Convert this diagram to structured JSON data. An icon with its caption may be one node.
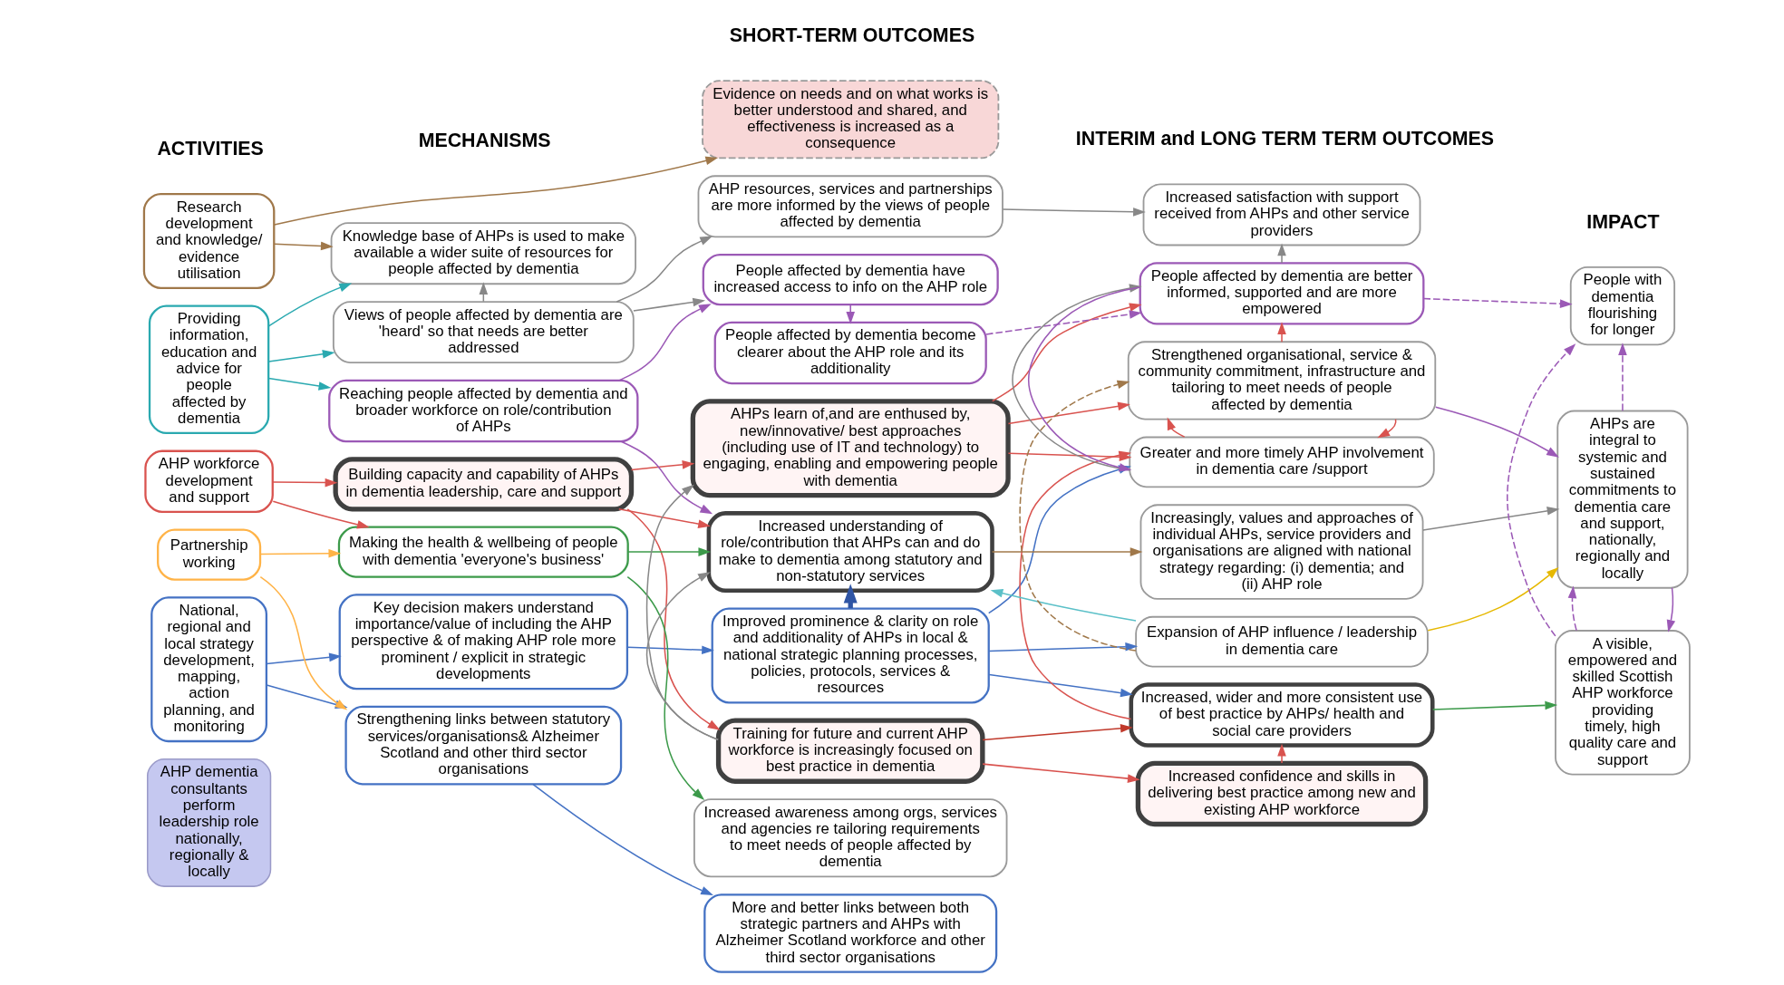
{
  "diagram": {
    "nodes": [
      {
        "text": [
          "AHP dementia consultants perform leadership role nationally, regionally & locally"
        ]
      },
      {
        "text": [
          "National, regional and local strategy development, mapping, action planning, and monitoring"
        ]
      },
      {
        "text": [
          "Partnership working"
        ]
      },
      {
        "text": [
          "AHP workforce development and support"
        ]
      },
      {
        "text": [
          "Providing information, education and advice for people affected by dementia"
        ]
      },
      {
        "text": [
          "Research development and knowledge/ evidence utilisation"
        ]
      },
      {
        "text": [
          "Key decision makers understand importance/value of including the AHP perspective & of making AHP role more prominent / explicit in strategic developments"
        ]
      },
      {
        "text": [
          "Strengthening links between statutory services/organisations& Alzheimer Scotland and other third sector organisations"
        ]
      },
      {
        "text": [
          "Building capacity and capability of AHPs in dementia leadership, care and support"
        ]
      },
      {
        "text": [
          "Making the health & wellbeing of people with dementia 'everyone's business'"
        ]
      },
      {
        "text": [
          "Reaching people affected by dementia and broader workforce on role/contribution of AHPs"
        ]
      },
      {
        "text": [
          "Views of people affected by dementia are 'heard' so that needs are better addressed"
        ]
      },
      {
        "text": [
          "Knowledge base of AHPs is used to make available a wider suite of resources for people affected by dementia"
        ]
      },
      {
        "text": [
          "Improved prominence & clarity on role and additionality of AHPs in local & national strategic planning processes, policies, protocols, services & resources"
        ]
      },
      {
        "text": [
          "More and better links between both strategic partners and AHPs with Alzheimer Scotland workforce and other third sector organisations"
        ]
      },
      {
        "text": [
          "Increased understanding of role/contribution that AHPs can and do make to dementia among statutory and non-statutory services"
        ]
      },
      {
        "text": [
          "Training for future and current AHP workforce is increasingly focused on best practice in dementia"
        ]
      },
      {
        "text": [
          "AHPs learn of,and are enthused by, new/innovative/ best approaches (including use of IT and technology) to engaging, enabling and empowering people with dementia"
        ]
      },
      {
        "text": [
          "Increased awareness among orgs, services and agencies re tailoring requirements to meet needs of people affected by dementia"
        ]
      },
      {
        "text": [
          "People affected by dementia have increased access to info on the AHP role"
        ]
      },
      {
        "text": [
          "People affected by dementia become clearer about the AHP role and its additionality"
        ]
      },
      {
        "text": [
          "AHP resources, services and partnerships are more informed by the views of people affected by dementia"
        ]
      },
      {
        "text": [
          "Increased confidence and skills in delivering best practice among new and existing AHP workforce"
        ]
      },
      {
        "text": [
          "Increasingly, values and approaches of individual AHPs, service providers and organisations are aligned with national strategy regarding: (i) dementia; and (ii) AHP role"
        ]
      },
      {
        "text": [
          "Increased, wider and more consistent use of best practice by AHPs/ health and social care providers"
        ]
      },
      {
        "text": [
          "Expansion of AHP influence / leadership in dementia care"
        ]
      },
      {
        "text": [
          "Strengthened organisational, service & community commitment, infrastructure and tailoring to meet needs of people affected by dementia"
        ]
      },
      {
        "text": [
          "Greater and more timely AHP involvement in dementia care /support"
        ]
      },
      {
        "text": [
          "People affected by dementia are better informed, supported and are more empowered"
        ]
      },
      {
        "text": [
          "Increased satisfaction with support received from AHPs and other service providers"
        ]
      },
      {
        "text": [
          "A visible, empowered and skilled Scottish AHP workforce providing timely, high quality care and support"
        ]
      },
      {
        "text": [
          "AHPs are integral to systemic and sustained commitments to dementia care and support, nationally, regionally and locally"
        ]
      },
      {
        "text": [
          "People with dementia flourishing for longer"
        ]
      },
      {
        "text": [
          "Evidence on needs and on what works is better understood and shared, and effectiveness is increased as a consequence"
        ]
      }
    ],
    "edges": [
      {
        "from": 1,
        "to": 6,
        "arrow": "to",
        "color": "#4472c4"
      },
      {
        "from": 1,
        "to": 7,
        "arrow": "to",
        "color": "#4472c4"
      },
      {
        "from": 2,
        "to": 7,
        "arrow": "to",
        "color": "#ffb347"
      },
      {
        "from": 2,
        "to": 9,
        "arrow": "to",
        "color": "#ffb347"
      },
      {
        "from": 3,
        "to": 8,
        "arrow": "to",
        "color": "#d9534f"
      },
      {
        "from": 3,
        "to": 9,
        "arrow": "to",
        "color": "#d9534f"
      },
      {
        "from": 4,
        "to": 10,
        "arrow": "to",
        "color": "#2aa9b0"
      },
      {
        "from": 4,
        "to": 11,
        "arrow": "to",
        "color": "#2aa9b0"
      },
      {
        "from": 4,
        "to": 12,
        "arrow": "to",
        "color": "#2aa9b0"
      },
      {
        "from": 5,
        "to": 12,
        "arrow": "to",
        "color": "#a0784a"
      },
      {
        "from": 5,
        "to": 33,
        "arrow": "to",
        "color": "#a0784a"
      },
      {
        "from": 6,
        "to": 13,
        "arrow": "to",
        "color": "#4472c4"
      },
      {
        "from": 7,
        "to": 14,
        "arrow": "to",
        "color": "#4472c4"
      },
      {
        "from": 8,
        "to": 15,
        "arrow": "to",
        "color": "#d9534f"
      },
      {
        "from": 8,
        "to": 16,
        "arrow": "to",
        "color": "#d9534f"
      },
      {
        "from": 8,
        "to": 17,
        "arrow": "to",
        "color": "#d9534f"
      },
      {
        "from": 9,
        "to": 15,
        "arrow": "to",
        "color": "#3c9a4a"
      },
      {
        "from": 9,
        "to": 18,
        "arrow": "to",
        "color": "#3c9a4a"
      },
      {
        "from": 10,
        "to": 15,
        "arrow": "to",
        "color": "#9b59b6"
      },
      {
        "from": 10,
        "to": 19,
        "arrow": "to",
        "color": "#9b59b6"
      },
      {
        "from": 11,
        "to": 12,
        "arrow": "to",
        "color": "#888888"
      },
      {
        "from": 11,
        "to": 19,
        "arrow": "to",
        "color": "#888888"
      },
      {
        "from": 11,
        "to": 21,
        "arrow": "to",
        "color": "#888888"
      },
      {
        "from": 13,
        "to": 15,
        "arrow": "to",
        "color": "#2f55a4",
        "style": "thick"
      },
      {
        "from": 13,
        "to": 24,
        "arrow": "to",
        "color": "#4472c4"
      },
      {
        "from": 13,
        "to": 25,
        "arrow": "to",
        "color": "#4472c4"
      },
      {
        "from": 13,
        "to": 27,
        "arrow": "to",
        "color": "#4472c4"
      },
      {
        "from": 15,
        "to": 23,
        "arrow": "to",
        "color": "#a0784a"
      },
      {
        "from": 16,
        "to": 15,
        "arrow": "to",
        "color": "#888888"
      },
      {
        "from": 16,
        "to": 17,
        "arrow": "to",
        "color": "#888888"
      },
      {
        "from": 16,
        "to": 22,
        "arrow": "to",
        "color": "#d9534f"
      },
      {
        "from": 16,
        "to": 24,
        "arrow": "to",
        "color": "#c0392b"
      },
      {
        "from": 17,
        "to": 26,
        "arrow": "to",
        "color": "#d9534f"
      },
      {
        "from": 17,
        "to": 27,
        "arrow": "to",
        "color": "#d9534f"
      },
      {
        "from": 17,
        "to": 28,
        "arrow": "to",
        "color": "#d9534f"
      },
      {
        "from": 19,
        "to": 20,
        "arrow": "to",
        "color": "#9b59b6"
      },
      {
        "from": 20,
        "to": 28,
        "arrow": "to",
        "color": "#9b59b6",
        "style": "dashed"
      },
      {
        "from": 21,
        "to": 29,
        "arrow": "to",
        "color": "#888888"
      },
      {
        "from": 22,
        "to": 24,
        "arrow": "to",
        "color": "#d9534f"
      },
      {
        "from": 23,
        "to": 31,
        "arrow": "to",
        "color": "#888888"
      },
      {
        "from": 24,
        "to": 30,
        "arrow": "to",
        "color": "#3c9a4a"
      },
      {
        "from": 24,
        "to": 27,
        "arrow": "to",
        "color": "#d9534f"
      },
      {
        "from": 25,
        "to": 15,
        "arrow": "to",
        "color": "#5bc0c8"
      },
      {
        "from": 25,
        "to": 31,
        "arrow": "to",
        "color": "#e6b800"
      },
      {
        "from": 25,
        "to": 26,
        "arrow": "to",
        "color": "#a0784a",
        "style": "dashed"
      },
      {
        "from": 26,
        "to": 27,
        "arrow": "to",
        "color": "#d9534f"
      },
      {
        "from": 27,
        "to": 26,
        "arrow": "to",
        "color": "#d9534f"
      },
      {
        "from": 26,
        "to": 28,
        "arrow": "to",
        "color": "#d9534f"
      },
      {
        "from": 26,
        "to": 31,
        "arrow": "to",
        "color": "#9b59b6"
      },
      {
        "from": 28,
        "to": 27,
        "arrow": "to",
        "color": "#9b59b6"
      },
      {
        "from": 27,
        "to": 28,
        "arrow": "to",
        "color": "#888888"
      },
      {
        "from": 28,
        "to": 29,
        "arrow": "to",
        "color": "#888888"
      },
      {
        "from": 28,
        "to": 32,
        "arrow": "to",
        "color": "#9b59b6",
        "style": "dashed"
      },
      {
        "from": 31,
        "to": 30,
        "arrow": "to",
        "color": "#9b59b6"
      },
      {
        "from": 30,
        "to": 31,
        "arrow": "to",
        "color": "#9b59b6",
        "style": "dashed"
      },
      {
        "from": 31,
        "to": 32,
        "arrow": "to",
        "color": "#9b59b6",
        "style": "dashed"
      },
      {
        "from": 30,
        "to": 32,
        "arrow": "to",
        "color": "#9b59b6",
        "style": "dashed"
      }
    ],
    "labels": [
      "ACTIVITIES",
      "MECHANISMS",
      "SHORT-TERM OUTCOMES",
      "INTERIM and LONG TERM TERM OUTCOMES",
      "IMPACT"
    ]
  }
}
